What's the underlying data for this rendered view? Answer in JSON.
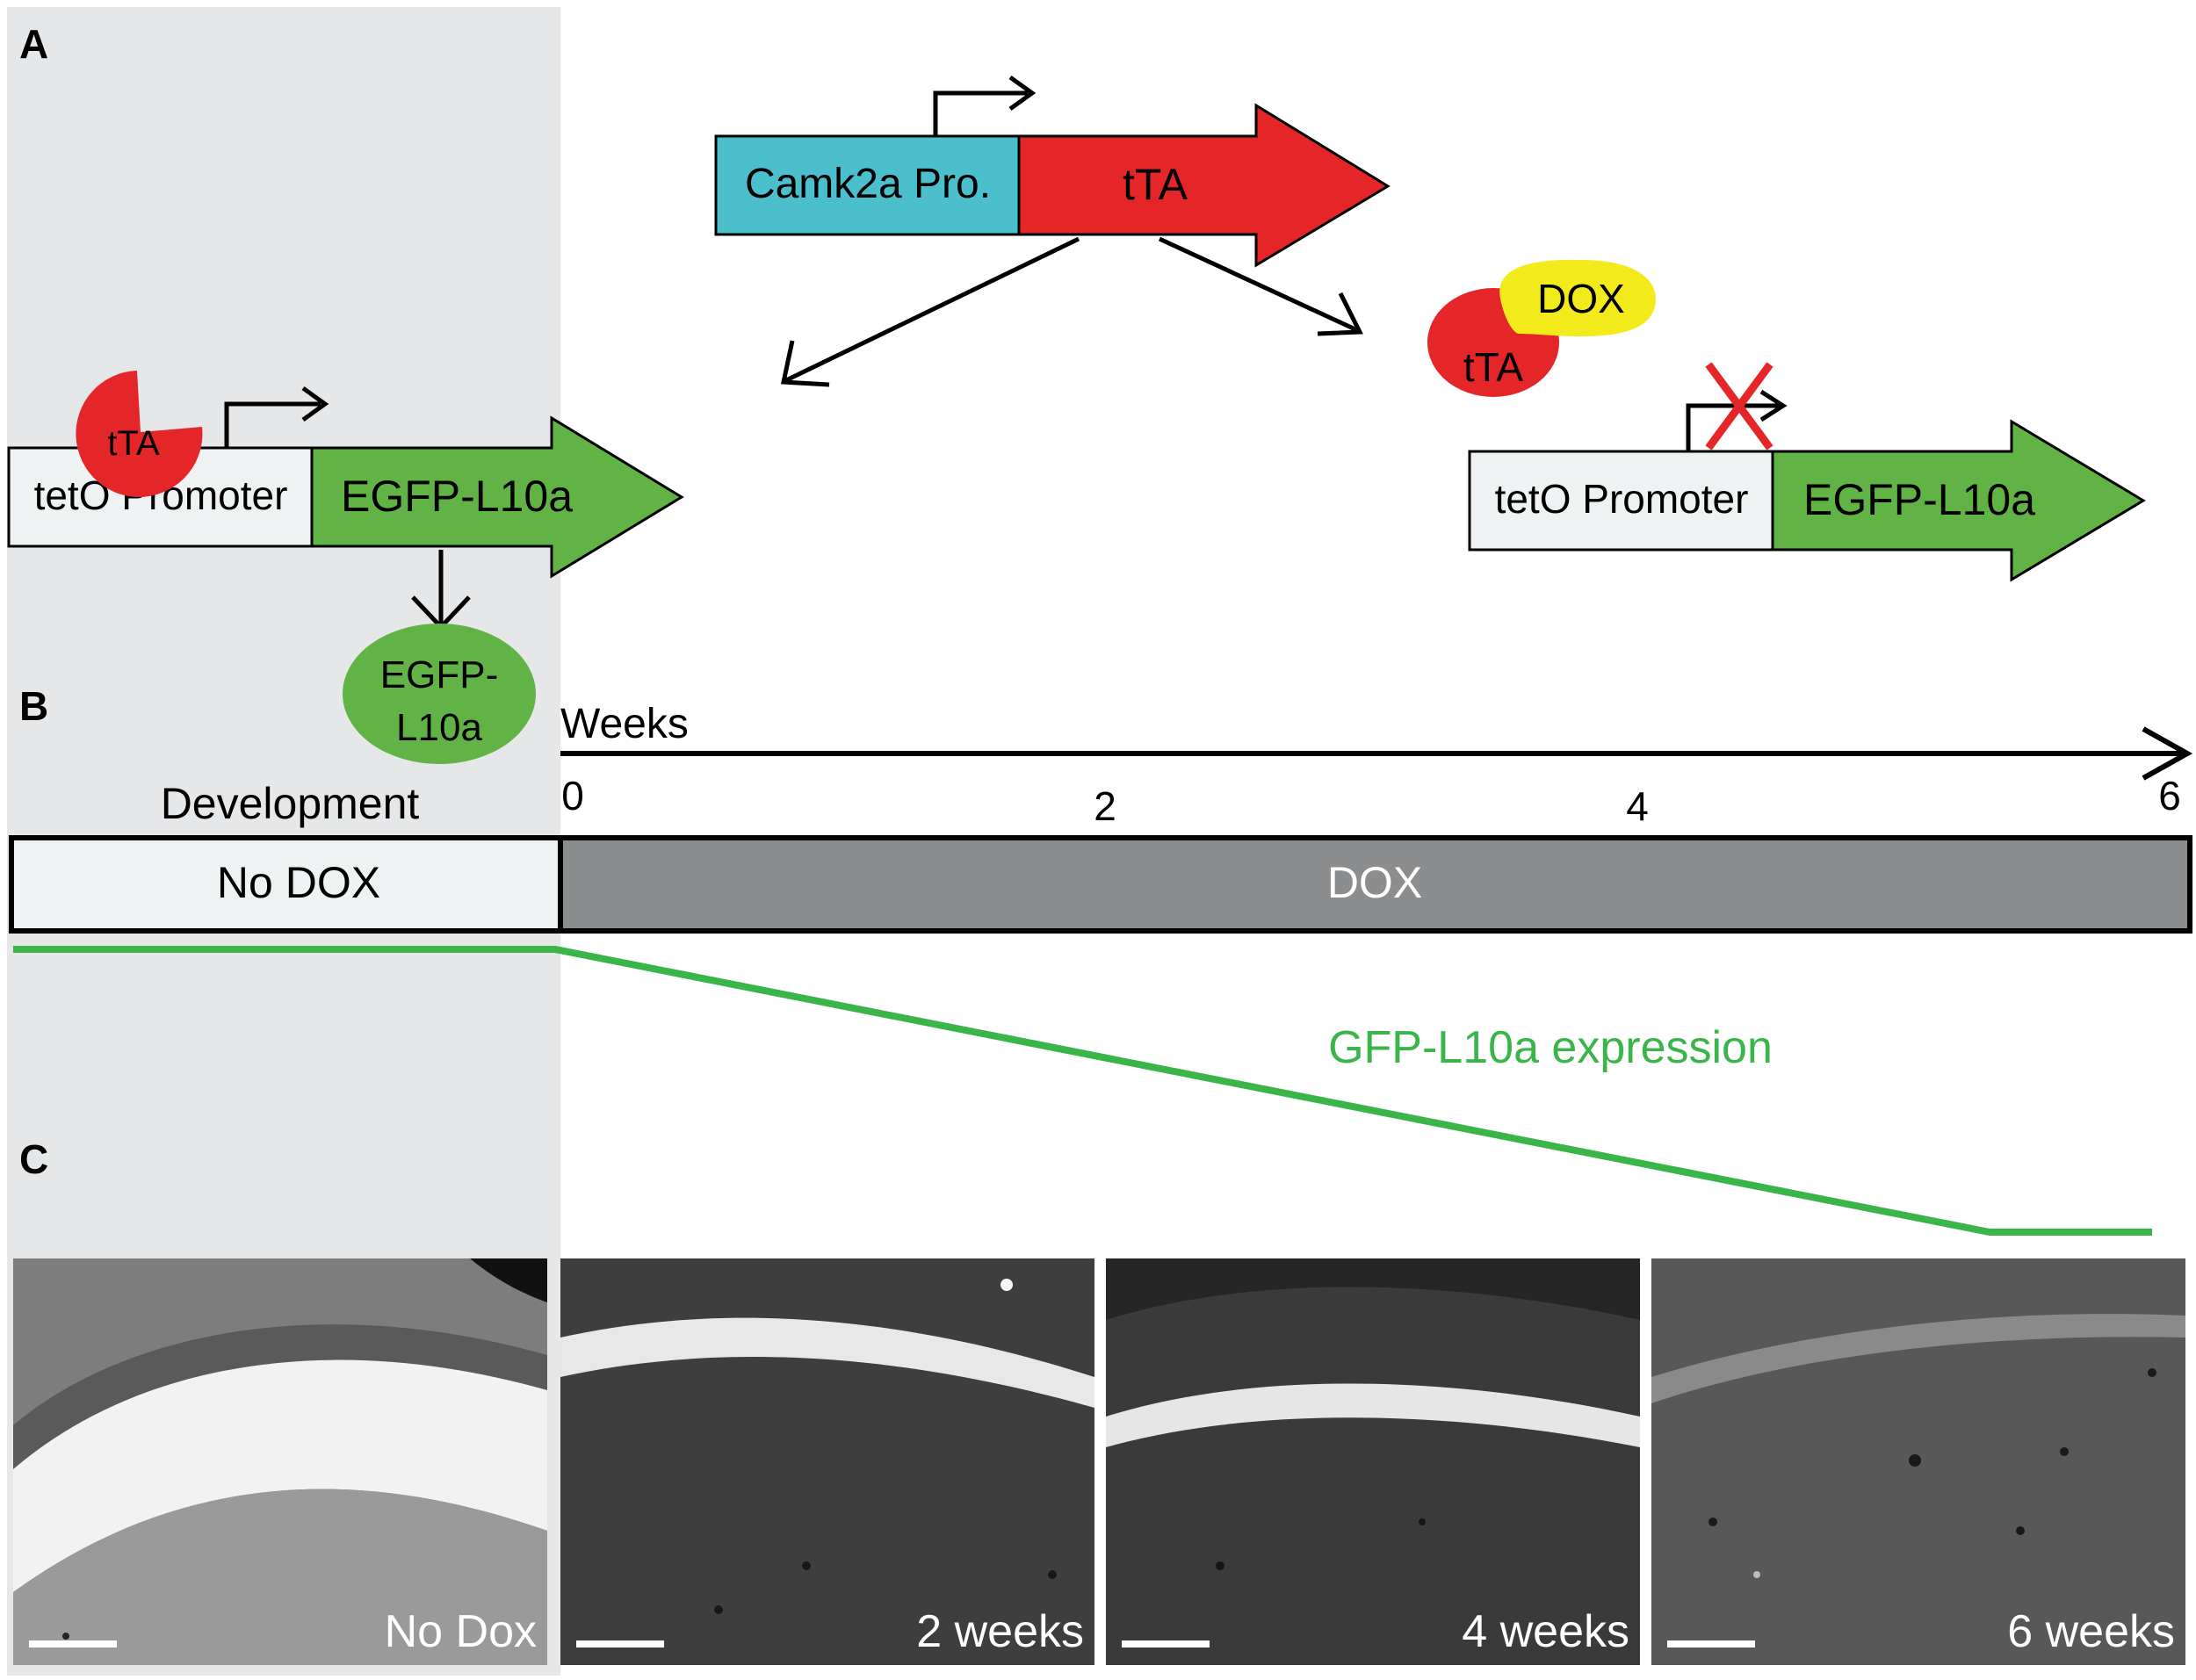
{
  "panels": {
    "a": "A",
    "b": "B",
    "c": "C"
  },
  "construct_top": {
    "promoter": "Camk2a Pro.",
    "gene": "tTA"
  },
  "construct_left": {
    "promoter": "tetO Promoter",
    "gene": "EGFP-L10a",
    "bound_factor": "tTA",
    "product_line1": "EGFP-",
    "product_line2": "L10a"
  },
  "construct_right": {
    "promoter": "tetO Promoter",
    "gene": "EGFP-L10a",
    "factor": "tTA",
    "drug": "DOX"
  },
  "timeline": {
    "axis_label": "Weeks",
    "ticks": [
      "0",
      "2",
      "4",
      "6"
    ],
    "development_label": "Development",
    "no_dox_label": "No DOX",
    "dox_label": "DOX",
    "expression_label": "GFP-L10a expression"
  },
  "micrographs": [
    {
      "label": "No Dox"
    },
    {
      "label": "2 weeks"
    },
    {
      "label": "4 weeks"
    },
    {
      "label": "6 weeks"
    }
  ],
  "colors": {
    "shade": "#e6e7e8",
    "camk2a": "#4bbfcc",
    "tta_red": "#e52629",
    "egfp_green": "#61b346",
    "dox_yellow": "#f2ea1a",
    "dox_bar": "#8c8d8f",
    "expression_green": "#39b54a",
    "promoter_box": "#eff2f3"
  }
}
